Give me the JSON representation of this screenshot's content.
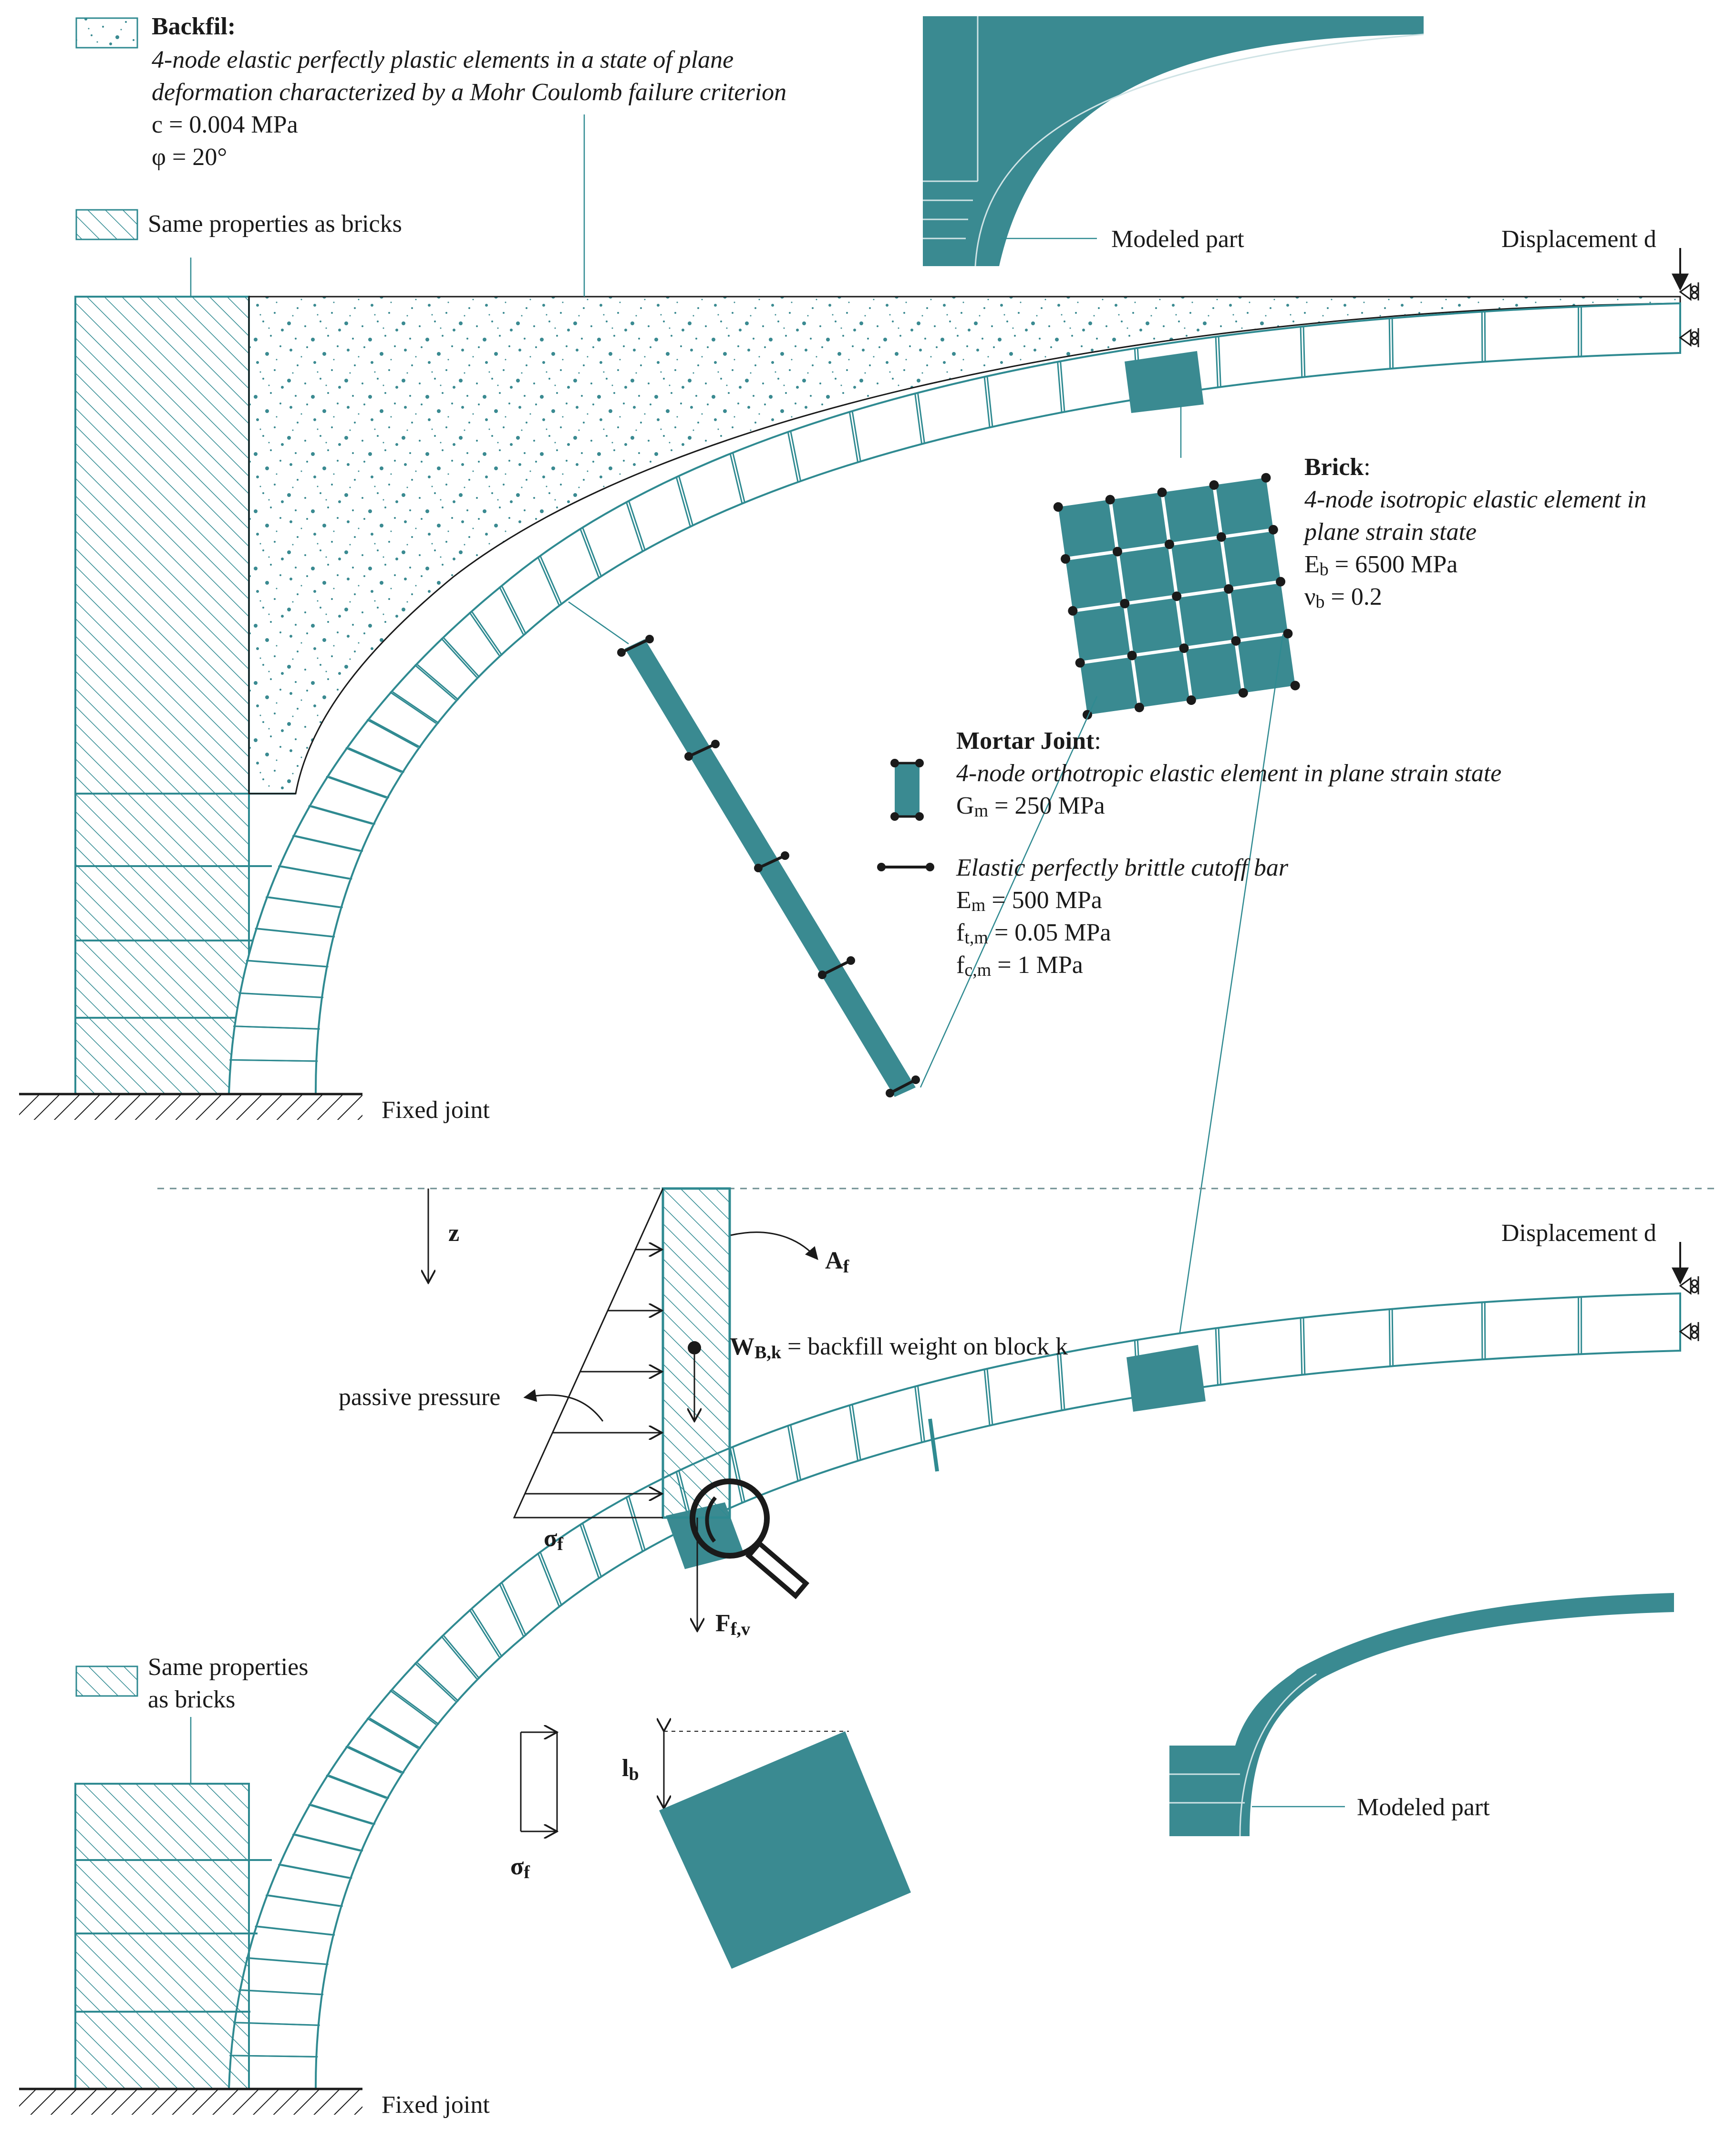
{
  "colors": {
    "teal": "#3a8a91",
    "line": "#2f8a91",
    "ink": "#1a1a1a",
    "dots": "#3a8a91"
  },
  "top": {
    "backfill": {
      "title": "Backfil:",
      "desc1": "4-node elastic perfectly plastic elements in a state of plane",
      "desc2": "deformation characterized by a Mohr Coulomb failure criterion",
      "c": "c = 0.004 MPa",
      "phi": "φ = 20°"
    },
    "same_props": "Same properties as bricks",
    "modeled_part": "Modeled part",
    "displacement": "Displacement d",
    "brick": {
      "title": "Brick",
      "colon": ":",
      "desc1": "4-node isotropic elastic element in",
      "desc2": "plane strain state",
      "eb_sym": "E",
      "eb_sub": "b",
      "eb_val": " = 6500 MPa",
      "nu_sym": "ν",
      "nu_sub": "b",
      "nu_val": " = 0.2"
    },
    "mortar": {
      "title": "Mortar Joint",
      "colon": ":",
      "desc": "4-node orthotropic elastic element in plane strain state",
      "gm_sym": "G",
      "gm_sub": "m",
      "gm_val": " = 250 MPa"
    },
    "cutoff": {
      "title": "Elastic perfectly brittle cutoff bar",
      "em_sym": "E",
      "em_sub": "m",
      "em_val": " = 500 MPa",
      "ft_sym": "f",
      "ft_sub": "t,m",
      "ft_val": " = 0.05 MPa",
      "fc_sym": "f",
      "fc_sub": "c,m",
      "fc_val": " = 1 MPa"
    },
    "fixed_joint": "Fixed joint"
  },
  "bottom": {
    "displacement": "Displacement d",
    "z": "z",
    "af_sym": "A",
    "af_sub": "f",
    "wbk_sym": "W",
    "wbk_sub": "B,k",
    "wbk_text": " = backfill weight on block k",
    "passive": "passive pressure",
    "sigma_sym": "σ",
    "sigma_sub": "f",
    "ffv_sym": "F",
    "ffv_sub": "f,v",
    "same_props_1": "Same properties",
    "same_props_2": "as bricks",
    "lb_sym": "l",
    "lb_sub": "b",
    "sigma2_sym": "σ",
    "sigma2_sub": "f",
    "modeled_part": "Modeled part",
    "fixed_joint": "Fixed joint"
  }
}
